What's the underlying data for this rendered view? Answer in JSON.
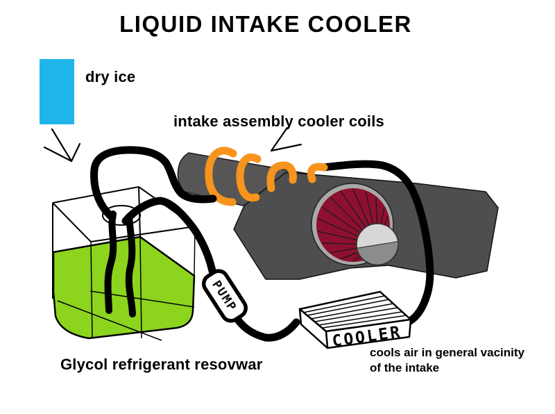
{
  "title": "LIQUID INTAKE COOLER",
  "labels": {
    "dry_ice": "dry ice",
    "coils": "intake assembly cooler coils",
    "reservoir": "Glycol refrigerant resovwar",
    "cooler_note_line1": "cools air in general vacinity",
    "cooler_note_line2": "of the intake",
    "pump": "PUMP",
    "cooler": "COOLER"
  },
  "colors": {
    "background": "#FFFFFF",
    "dry_ice": "#1FB5E9",
    "glycol_green": "#8DD41E",
    "coil_orange": "#F7941E",
    "filter_maroon": "#8E1030",
    "intake_tube_gray": "#565656",
    "panel_gray": "#4E4E4E",
    "rim_gray": "#A8A8A8",
    "cap_light_gray": "#D7D7D7",
    "cap_dark_gray": "#8C8C8C",
    "hose_black": "#000000"
  }
}
